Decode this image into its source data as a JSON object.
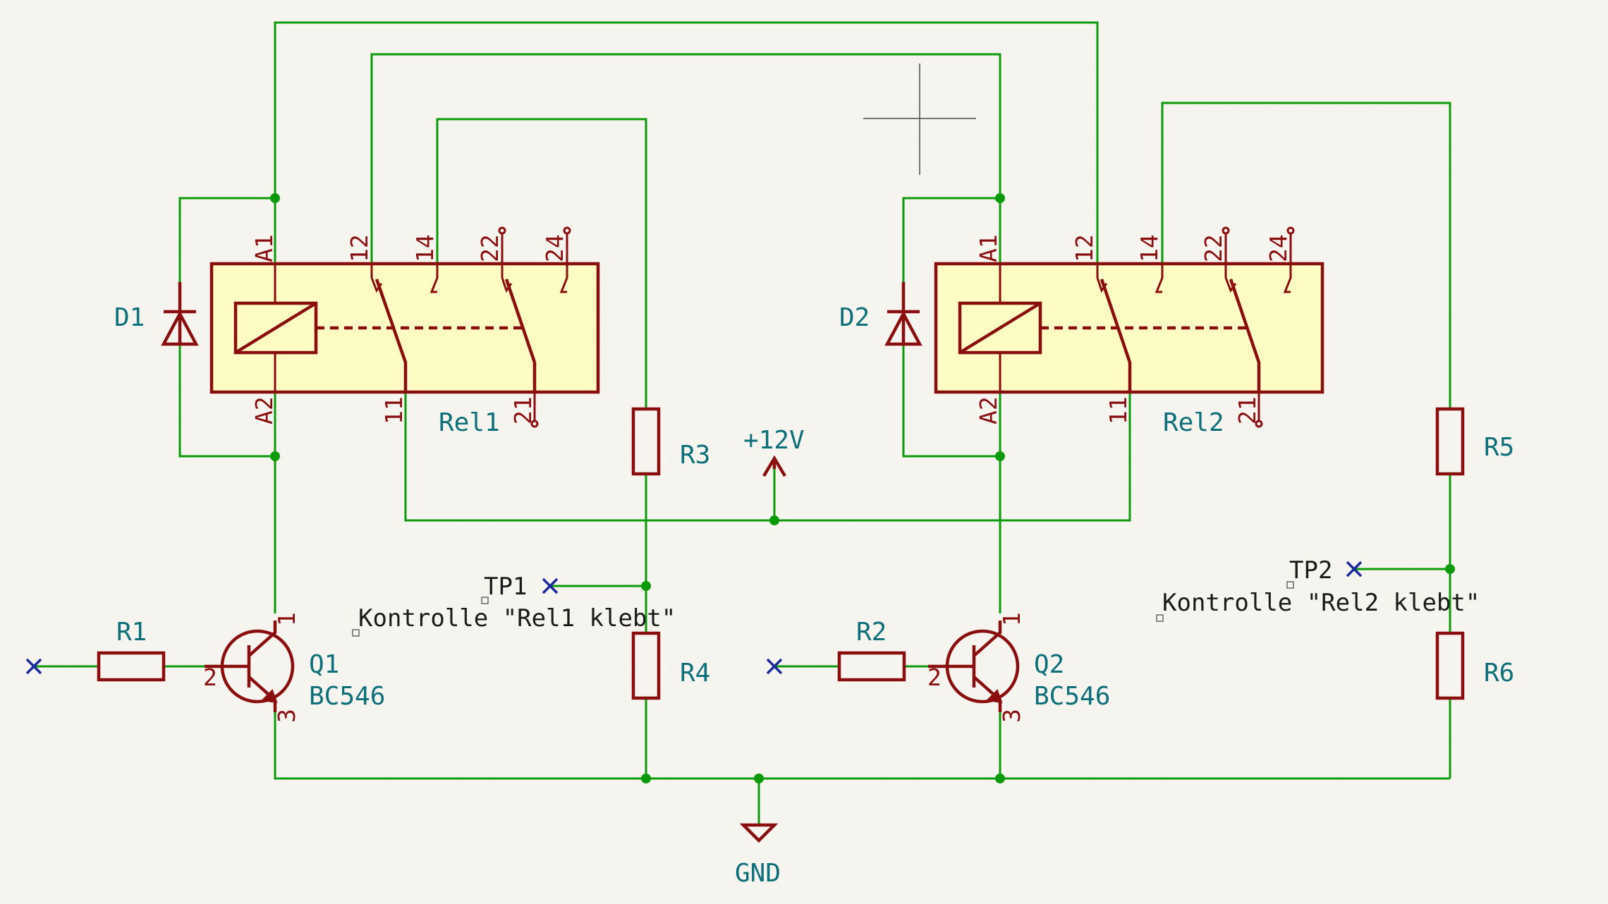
{
  "components": {
    "rel1": {
      "ref": "Rel1",
      "pins": {
        "a1": "A1",
        "a2": "A2",
        "p11": "11",
        "p12": "12",
        "p14": "14",
        "p21": "21",
        "p22": "22",
        "p24": "24"
      }
    },
    "rel2": {
      "ref": "Rel2",
      "pins": {
        "a1": "A1",
        "a2": "A2",
        "p11": "11",
        "p12": "12",
        "p14": "14",
        "p21": "21",
        "p22": "22",
        "p24": "24"
      }
    },
    "d1": {
      "ref": "D1"
    },
    "d2": {
      "ref": "D2"
    },
    "q1": {
      "ref": "Q1",
      "value": "BC546",
      "pins": {
        "c": "1",
        "b": "2",
        "e": "3"
      }
    },
    "q2": {
      "ref": "Q2",
      "value": "BC546",
      "pins": {
        "c": "1",
        "b": "2",
        "e": "3"
      }
    },
    "r1": {
      "ref": "R1"
    },
    "r2": {
      "ref": "R2"
    },
    "r3": {
      "ref": "R3"
    },
    "r4": {
      "ref": "R4"
    },
    "r5": {
      "ref": "R5"
    },
    "r6": {
      "ref": "R6"
    }
  },
  "power": {
    "vcc": "+12V",
    "gnd": "GND"
  },
  "testpoints": {
    "tp1": "TP1",
    "tp2": "TP2"
  },
  "notes": {
    "rel1": "Kontrolle \"Rel1 klebt\"",
    "rel2": "Kontrolle \"Rel2 klebt\""
  },
  "colors": {
    "background": "#f5f4ef",
    "wire": "#0a9a0a",
    "symbol": "#8b0e0e",
    "symbol_fill": "#fdfcc4",
    "reference": "#0d6f7a",
    "no_connect": "#1a2a9a"
  }
}
